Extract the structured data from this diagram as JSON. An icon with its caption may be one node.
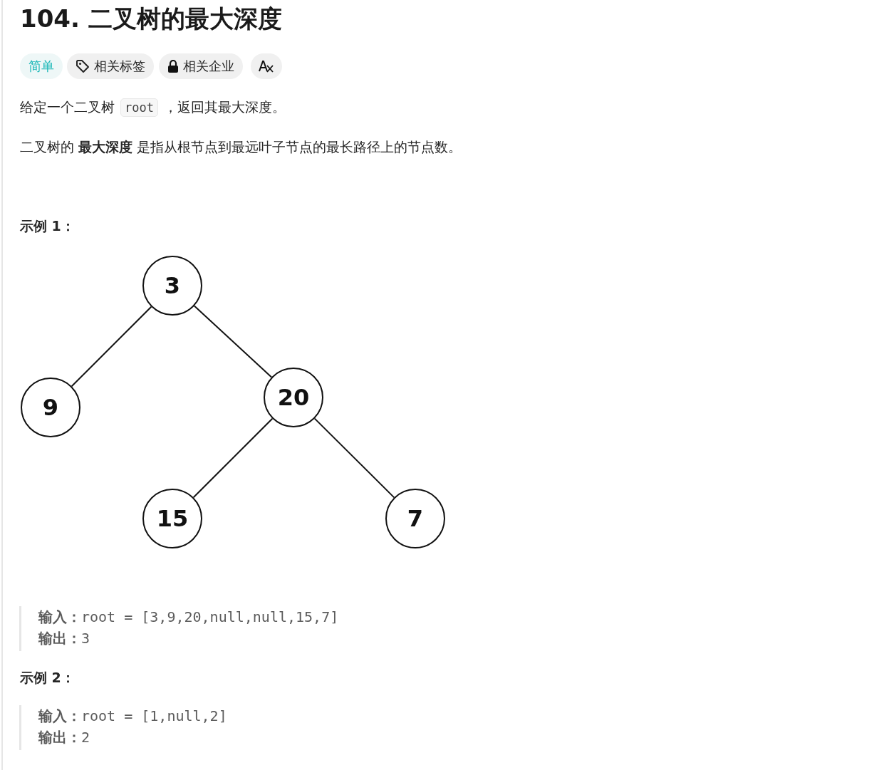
{
  "diagram": {
    "title": "104. 二叉树的最大深度",
    "nodes": [
      {
        "text": [
          "3"
        ]
      },
      {
        "text": [
          "9"
        ]
      },
      {
        "text": [
          "20"
        ]
      },
      {
        "text": [
          "15"
        ]
      },
      {
        "text": [
          "7"
        ]
      }
    ],
    "edges": [
      {
        "from": 0,
        "to": 1,
        "arrow": "none"
      },
      {
        "from": 0,
        "to": 2,
        "arrow": "none"
      },
      {
        "from": 2,
        "to": 3,
        "arrow": "none"
      },
      {
        "from": 2,
        "to": 4,
        "arrow": "none"
      }
    ],
    "labels": [
      "简单",
      "相关标签",
      "相关企业",
      "给定一个二叉树",
      "root",
      "，返回其最大深度。",
      "二叉树的 **最大深度** 是指从根节点到最远叶子节点的最长路径上的节点数。",
      "示例 1：",
      "**输入：**root = [3,9,20,null,null,15,7]",
      "**输出：**3",
      "示例 2：",
      "**输入：**root = [1,null,2]",
      "**输出：**2"
    ]
  }
}
